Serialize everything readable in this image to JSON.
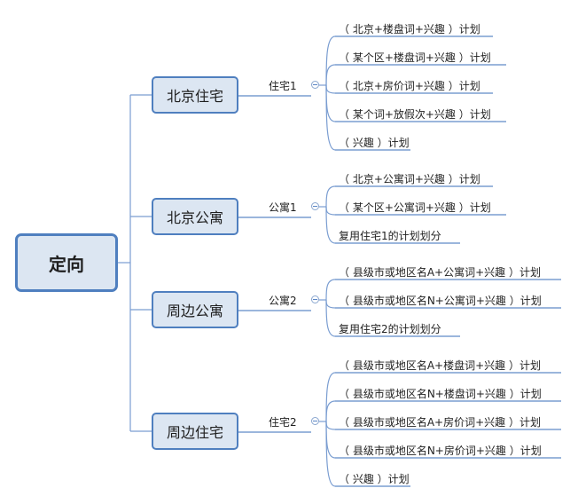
{
  "root": "定向",
  "branches": [
    {
      "label": "北京住宅",
      "sub": "住宅1",
      "leaves": [
        "（ 北京+楼盘词+兴趣 ）计划",
        "（ 某个区+楼盘词+兴趣 ）计划",
        "（ 北京+房价词+兴趣 ）计划",
        "（ 某个词+放假次+兴趣 ）计划",
        "（ 兴趣 ）计划"
      ]
    },
    {
      "label": "北京公寓",
      "sub": "公寓1",
      "leaves": [
        "（ 北京+公寓词+兴趣 ）计划",
        "（ 某个区+公寓词+兴趣 ）计划",
        "复用住宅1的计划划分"
      ]
    },
    {
      "label": "周边公寓",
      "sub": "公寓2",
      "leaves": [
        "（ 县级市或地区名A+公寓词+兴趣 ）计划",
        "（ 县级市或地区名N+公寓词+兴趣 ）计划",
        "复用住宅2的计划划分"
      ]
    },
    {
      "label": "周边住宅",
      "sub": "住宅2",
      "leaves": [
        "（ 县级市或地区名A+楼盘词+兴趣 ）计划",
        "（ 县级市或地区名N+楼盘词+兴趣 ）计划",
        "（ 县级市或地区名A+房价词+兴趣 ）计划",
        "（ 县级市或地区名N+房价词+兴趣 ）计划",
        "（ 兴趣 ）计划"
      ]
    }
  ]
}
